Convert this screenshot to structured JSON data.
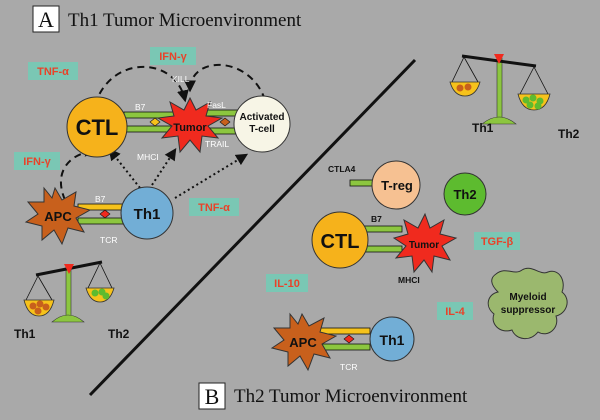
{
  "panel_a": {
    "letter": "A",
    "title": "Th1 Tumor Microenvironment",
    "cytokines": {
      "tnf_top": "TNF-α",
      "ifn_top": "IFN-γ",
      "ifn_left": "IFN-γ",
      "tnf_mid": "TNF-α"
    },
    "cells": {
      "ctl": "CTL",
      "tumor": "Tumor",
      "activated_1": "Activated",
      "activated_2": "T-cell",
      "apc": "APC",
      "th1": "Th1"
    },
    "labels": {
      "kill": "KILL",
      "b7_top": "B7",
      "fasl": "FasL",
      "mhc1": "MHCI",
      "trail": "TRAIL",
      "b7_bottom": "B7",
      "tcr": "TCR"
    },
    "balance": {
      "left": "Th1",
      "right": "Th2"
    }
  },
  "panel_b": {
    "letter": "B",
    "title": "Th2 Tumor Microenvironment",
    "cytokines": {
      "tgf": "TGF-β",
      "il10": "IL-10",
      "il4": "IL-4"
    },
    "cells": {
      "treg": "T-reg",
      "th2": "Th2",
      "ctl": "CTL",
      "tumor": "Tumor",
      "myeloid_1": "Myeloid",
      "myeloid_2": "suppressor",
      "apc": "APC",
      "th1": "Th1"
    },
    "labels": {
      "ctla4": "CTLA4",
      "b7": "B7",
      "mhc1": "MHCI",
      "tcr": "TCR"
    },
    "balance": {
      "left": "Th1",
      "right": "Th2"
    }
  },
  "colors": {
    "background": "#a9a9a9",
    "cytokine_box": "#7ac7b4",
    "cytokine_text": "#e8432a",
    "ctl": "#f6b21b",
    "tumor": "#f02a1e",
    "activated": "#f7f5e6",
    "apc": "#c8601c",
    "th1": "#72aed6",
    "treg": "#f6c192",
    "th2": "#5dbb2f",
    "myeloid": "#9bb86e",
    "receptor_green": "#8cc63f",
    "receptor_yellow": "#f6c21b"
  },
  "icons": [
    "balance-scale-icon",
    "tumor-star-icon",
    "apc-star-icon",
    "myeloid-blob-icon"
  ]
}
